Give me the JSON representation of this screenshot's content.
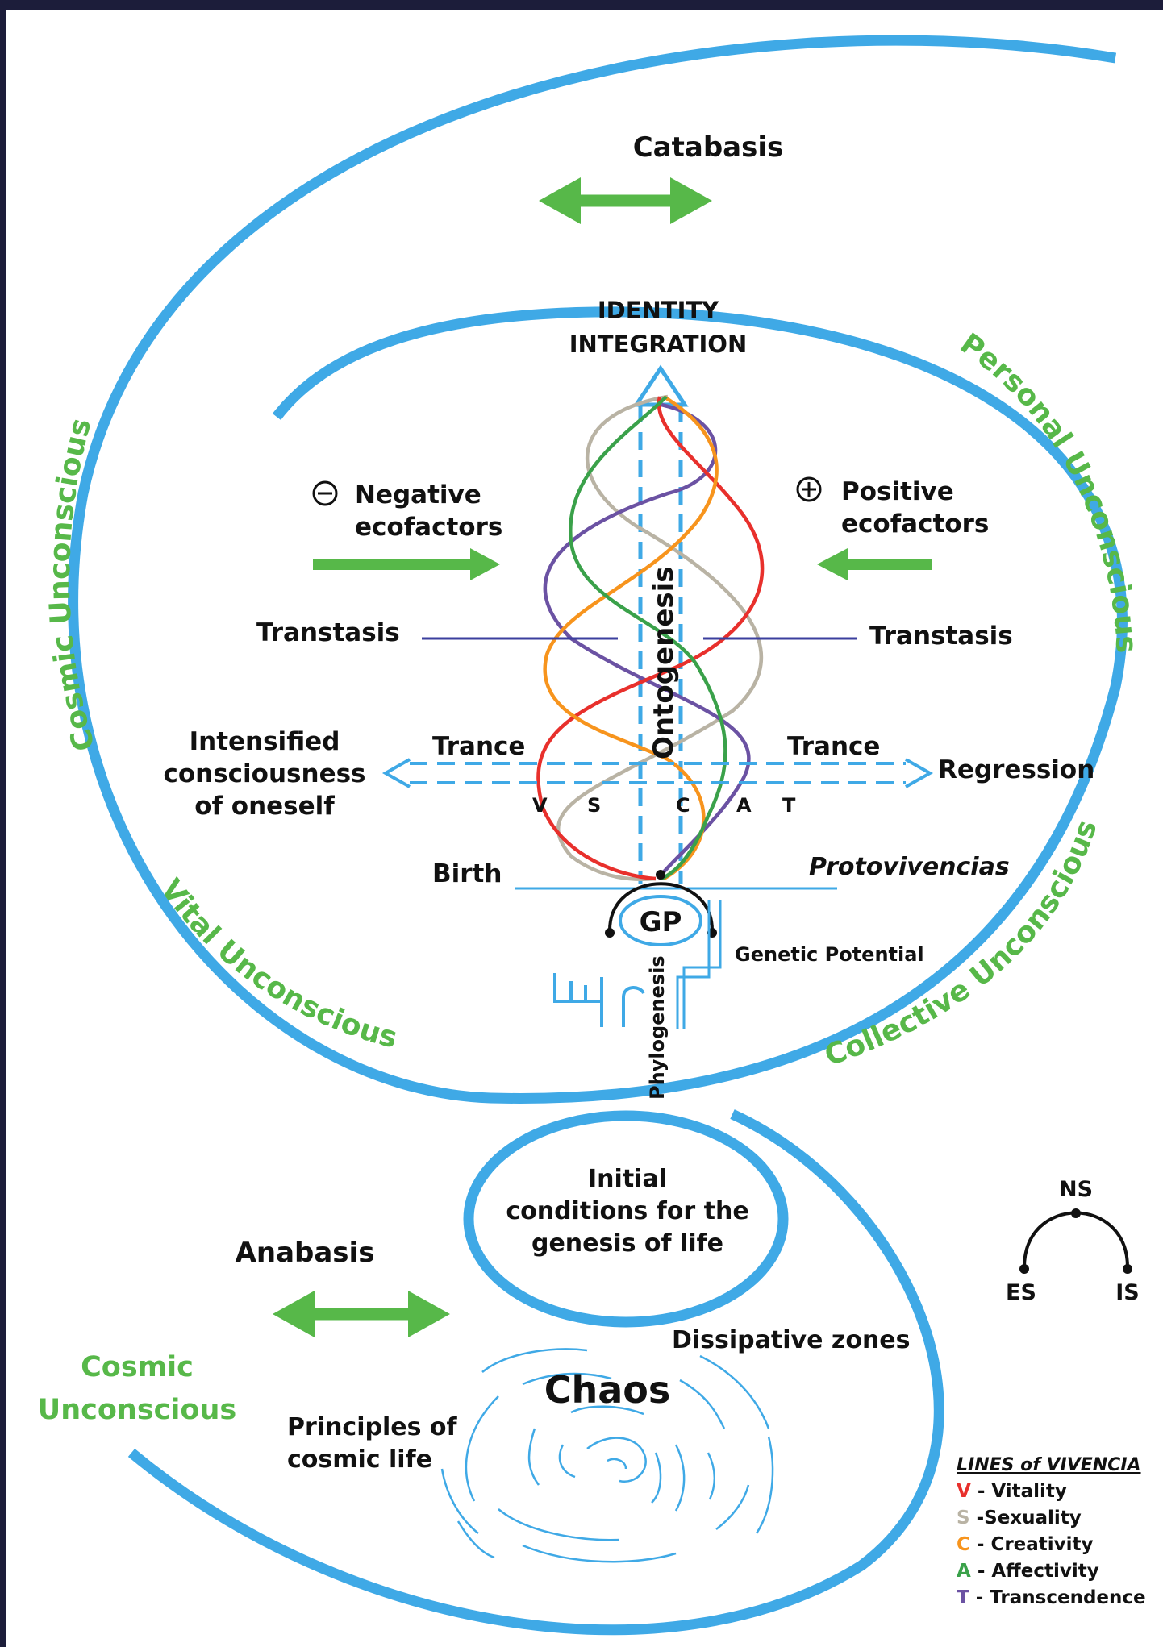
{
  "labels": {
    "catabasis": "Catabasis",
    "identity_line1": "IDENTITY",
    "identity_line2": "INTEGRATION",
    "negative_line1": "Negative",
    "negative_line2": "ecofactors",
    "positive_line1": "Positive",
    "positive_line2": "ecofactors",
    "transtasis_left": "Transtasis",
    "transtasis_right": "Transtasis",
    "ontogenesis": "Ontogenesis",
    "intensified_line1": "Intensified",
    "intensified_line2": "consciousness",
    "intensified_line3": "of oneself",
    "trance_left": "Trance",
    "trance_right": "Trance",
    "regression": "Regression",
    "birth": "Birth",
    "protovivencias": "Protovivencias",
    "gp": "GP",
    "genetic_potential": "Genetic Potential",
    "phylogenesis": "Phylogenesis",
    "letter_v": "V",
    "letter_s": "S",
    "letter_c": "C",
    "letter_a": "A",
    "letter_t": "T",
    "initial_line1": "Initial",
    "initial_line2": "conditions for the",
    "initial_line3": "genesis of life",
    "anabasis": "Anabasis",
    "dissipative": "Dissipative zones",
    "chaos": "Chaos",
    "principles_line1": "Principles of",
    "principles_line2": "cosmic life",
    "ns": "NS",
    "es": "ES",
    "is": "IS"
  },
  "regions": {
    "cosmic_unconscious_top": "Cosmic Unconscious",
    "personal_unconscious": "Personal Unconscious",
    "vital_unconscious": "Vital Unconscious",
    "collective_unconscious": "Collective Unconscious",
    "cosmic_unconscious_bottom_line1": "Cosmic",
    "cosmic_unconscious_bottom_line2": "Unconscious"
  },
  "legend": {
    "title": "LINES of VIVENCIA",
    "items": [
      {
        "letter": "V",
        "text": " - Vitality",
        "color": "#e8302c"
      },
      {
        "letter": "S",
        "text": " -Sexuality",
        "color": "#b9b3a4"
      },
      {
        "letter": "C",
        "text": " - Creativity",
        "color": "#f7941d"
      },
      {
        "letter": "A",
        "text": " - Affectivity",
        "color": "#3aa14a"
      },
      {
        "letter": "T",
        "text": " - Transcendence",
        "color": "#6b52a3"
      }
    ]
  },
  "colors": {
    "spiral_blue": "#3fa9e6",
    "region_green": "#57b849",
    "vitality": "#e8302c",
    "sexuality": "#b9b3a4",
    "creativity": "#f7941d",
    "affectivity": "#3aa14a",
    "transcendence": "#6b52a3",
    "transtasis_line": "#3b3f9e",
    "frame": "#1c1d3a"
  }
}
